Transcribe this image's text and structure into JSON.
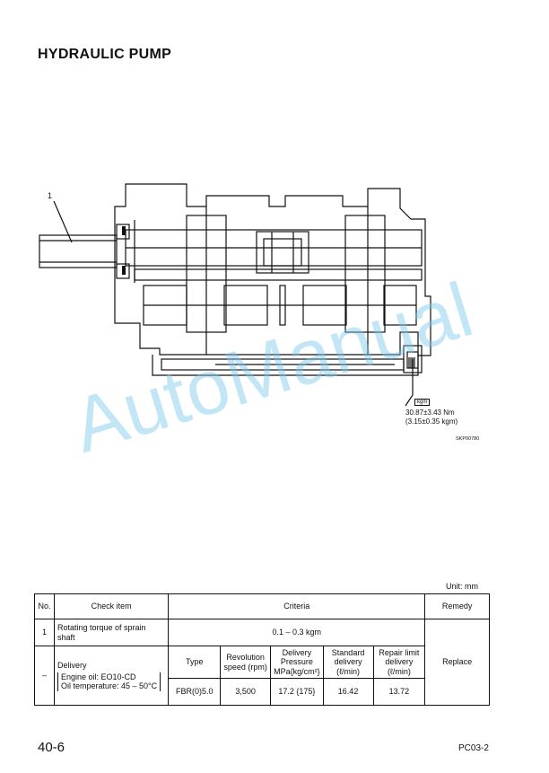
{
  "title": "HYDRAULIC PUMP",
  "watermark": "AutoManual",
  "drawing": {
    "callout_number": "1",
    "torque_unit_box": "kgm",
    "torque_line1": "30.87±3.43 Nm",
    "torque_line2": "(3.15±0.35 kgm)",
    "figure_code": "SKP00780"
  },
  "table": {
    "unit": "Unit: mm",
    "headers": {
      "no": "No.",
      "check_item": "Check item",
      "criteria": "Criteria",
      "remedy": "Remedy"
    },
    "row1": {
      "no": "1",
      "item": "Rotating torque of sprain shaft",
      "criteria": "0.1 – 0.3 kgm"
    },
    "row2": {
      "no": "–",
      "item": "Delivery",
      "cond1": "Engine oil: EO10-CD",
      "cond2": "Oil temperature: 45 – 50°C",
      "sub_headers": [
        "Type",
        "Revolution speed (rpm)",
        "Delivery Pressure MPa{kg/cm²}",
        "Standard delivery (ℓ/min)",
        "Repair limit delivery (ℓ/min)"
      ],
      "values": [
        "FBR(0)5.0",
        "3,500",
        "17.2 {175}",
        "16.42",
        "13.72"
      ],
      "remedy": "Replace"
    }
  },
  "footer": {
    "page": "40-6",
    "model": "PC03-2"
  }
}
